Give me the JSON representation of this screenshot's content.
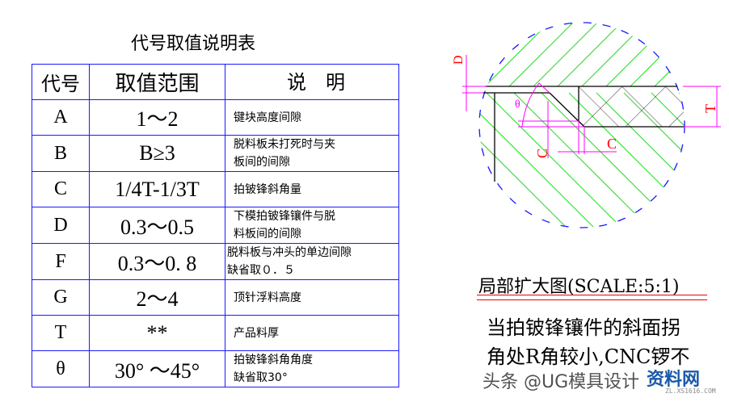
{
  "table_title": "代号取值说明表",
  "table": {
    "headers": [
      "代号",
      "取值范围",
      "说　明"
    ],
    "rows": [
      {
        "code": "A",
        "range": "1～2",
        "desc": [
          "键块高度间隙"
        ]
      },
      {
        "code": "B",
        "range": "B≥3",
        "desc": [
          "脱料板未打死时与夹",
          "板间的间隙"
        ]
      },
      {
        "code": "C",
        "range": "1/4T-1/3T",
        "desc": [
          "拍铍锋斜角量"
        ]
      },
      {
        "code": "D",
        "range": "0.3～0.5",
        "desc": [
          "下模拍铍锋镶件与脱",
          "料板间的间隙"
        ]
      },
      {
        "code": "F",
        "range": "0.3～0. 8",
        "desc": [
          "脱料板与冲头的单边间隙",
          "缺省取０．５"
        ]
      },
      {
        "code": "G",
        "range": "2～4",
        "desc": [
          "顶针浮料高度"
        ]
      },
      {
        "code": "T",
        "range": "**",
        "desc": [
          "产品料厚"
        ]
      },
      {
        "code": "θ",
        "range": "30° ～45°",
        "desc": [
          "拍铍锋斜角角度",
          "缺省取30°"
        ]
      }
    ]
  },
  "diagram": {
    "labels": {
      "d": "D",
      "t": "T",
      "theta": "θ",
      "c_vertical": "C",
      "c_horizontal": "C"
    },
    "colors": {
      "outline": "#1a1aff",
      "hatch": "#22dd22",
      "dimension": "#ff00ff",
      "label": "#ff0000"
    }
  },
  "scale_caption": "局部扩大图(SCALE:5:1)",
  "note_lines": [
    "当拍铍锋镶件的斜面拐",
    "角处R角较小,CNC锣不"
  ],
  "watermark": {
    "text": "头条 @UG模具设计",
    "logo": "资料网",
    "logo_sub": "ZL.XS1616.COM"
  }
}
